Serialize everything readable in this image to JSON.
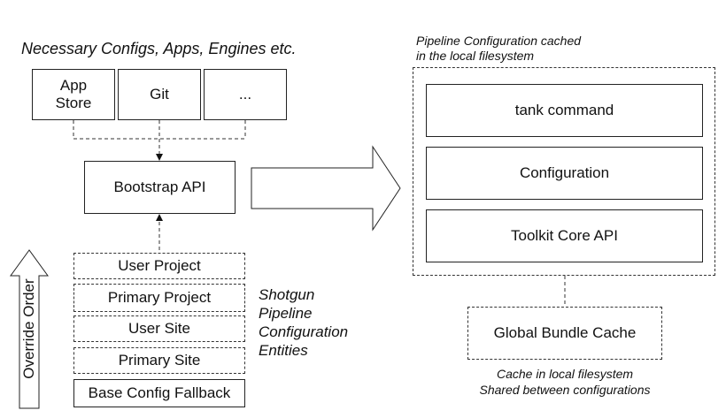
{
  "left": {
    "heading": "Necessary Configs, Apps, Engines etc.",
    "sources": [
      "App\nStore",
      "Git",
      "..."
    ],
    "bootstrap": "Bootstrap API",
    "stack": [
      "User Project",
      "Primary Project",
      "User Site",
      "Primary Site",
      "Base Config Fallback"
    ],
    "entities_label": [
      "Shotgun",
      "Pipeline",
      "Configuration",
      "Entities"
    ],
    "override_label": "Override Order"
  },
  "right": {
    "heading_line1": "Pipeline Configuration cached",
    "heading_line2": "in the local filesystem",
    "components": [
      "tank command",
      "Configuration",
      "Toolkit Core API"
    ],
    "cache": "Global Bundle Cache",
    "cache_caption_line1": "Cache in local filesystem",
    "cache_caption_line2": "Shared between configurations"
  }
}
